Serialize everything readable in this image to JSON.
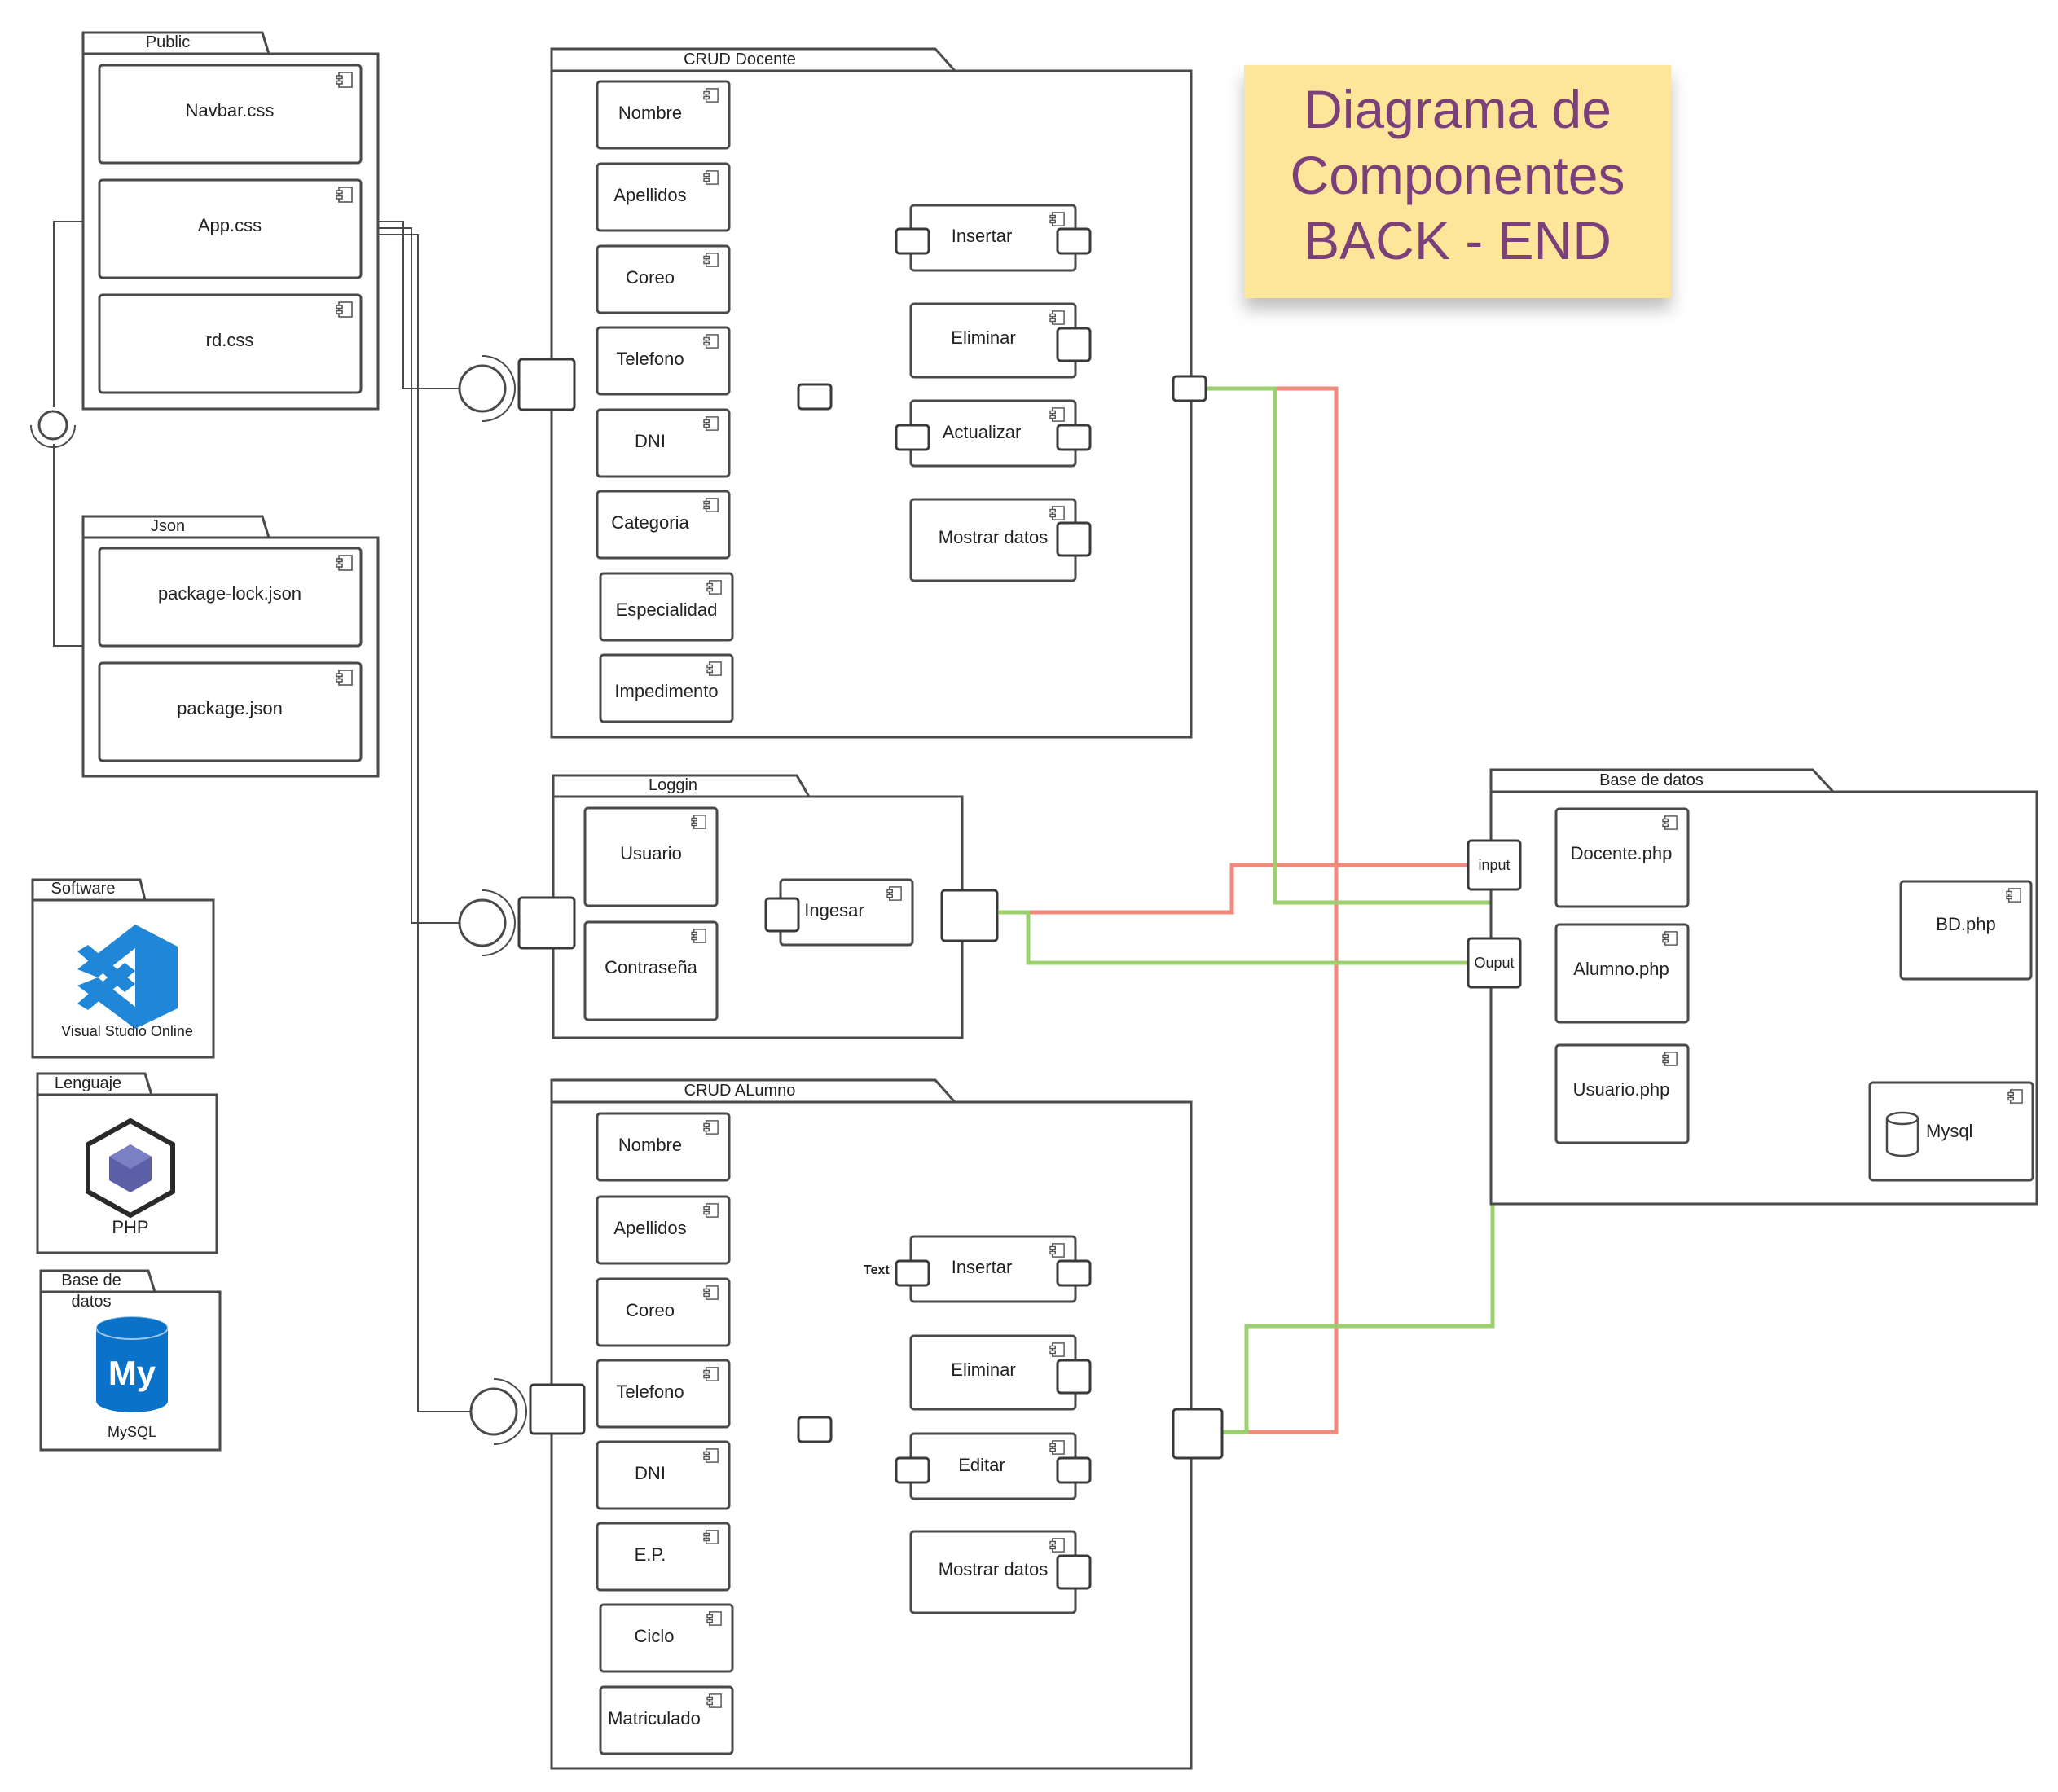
{
  "title": {
    "line1": "Diagrama de",
    "line2": "Componentes",
    "line3": "BACK - END"
  },
  "colors": {
    "note_bg": "#fde69a",
    "title": "#7b3f7a",
    "red_link": "#f08a7c",
    "green_link": "#9ccf6e",
    "vscode": "#1f86d8",
    "mysql": "#0a73c9",
    "php_cube": "#5c5fa6"
  },
  "packages": {
    "public": {
      "label": "Public",
      "items": [
        "Navbar.css",
        "App.css",
        "rd.css"
      ]
    },
    "json": {
      "label": "Json",
      "items": [
        "package-lock.json",
        "package.json"
      ]
    },
    "crud_docente": {
      "label": "CRUD Docente",
      "fields": [
        "Nombre",
        "Apellidos",
        "Coreo",
        "Telefono",
        "DNI",
        "Categoria",
        "Especialidad",
        "Impedimento"
      ],
      "actions": [
        "Insertar",
        "Eliminar",
        "Actualizar",
        "Mostrar datos"
      ]
    },
    "loggin": {
      "label": "Loggin",
      "fields": [
        "Usuario",
        "Contraseña"
      ],
      "action": "Ingesar"
    },
    "crud_alumno": {
      "label": "CRUD ALumno",
      "fields": [
        "Nombre",
        "Apellidos",
        "Coreo",
        "Telefono",
        "DNI",
        "E.P.",
        "Ciclo",
        "Matriculado"
      ],
      "actions": [
        "Insertar",
        "Eliminar",
        "Editar",
        "Mostrar datos"
      ],
      "port_note": "Text"
    },
    "base_datos": {
      "label": "Base de datos",
      "input": "input",
      "output": "Ouput",
      "files": [
        "Docente.php",
        "Alumno.php",
        "Usuario.php"
      ],
      "bd": "BD.php",
      "mysql": "Mysql"
    }
  },
  "legend": {
    "software": {
      "label": "Software",
      "caption": "Visual Studio Online",
      "icon": "vscode-icon"
    },
    "lenguaje": {
      "label": "Lenguaje",
      "caption": "PHP",
      "icon": "php-cube-icon"
    },
    "base_datos": {
      "label_line1": "Base de",
      "label_line2": "datos",
      "caption": "MySQL",
      "logo": "My",
      "icon": "mysql-icon"
    }
  }
}
